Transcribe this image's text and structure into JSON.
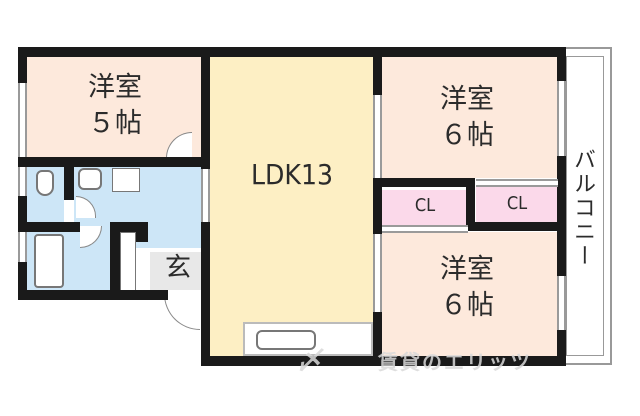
{
  "floor_plan": {
    "title": "3LDK floor plan",
    "rooms": [
      {
        "id": "western-room-1",
        "name": "洋室",
        "size": "５帖",
        "color": "#fde9dc"
      },
      {
        "id": "ldk",
        "name": "LDK13",
        "color": "#fdefc4"
      },
      {
        "id": "western-room-2",
        "name": "洋室",
        "size": "６帖",
        "color": "#fde9dc"
      },
      {
        "id": "western-room-3",
        "name": "洋室",
        "size": "６帖",
        "color": "#fde9dc"
      },
      {
        "id": "closet-1",
        "name": "CL",
        "color": "#fbd9ea"
      },
      {
        "id": "closet-2",
        "name": "CL",
        "color": "#fbd9ea"
      },
      {
        "id": "entrance",
        "name": "玄",
        "color": "#e8e8e8"
      },
      {
        "id": "wet-area",
        "color": "#cde6f7"
      }
    ],
    "balcony": {
      "label": "バルコニー"
    },
    "watermark": "賃貸のエリッツ"
  },
  "colors": {
    "wall": "#1a1a1a",
    "western": "#fde9dc",
    "ldk": "#fdefc4",
    "closet": "#fbd9ea",
    "wet": "#cde6f7",
    "entrance": "#e8e8e8"
  }
}
